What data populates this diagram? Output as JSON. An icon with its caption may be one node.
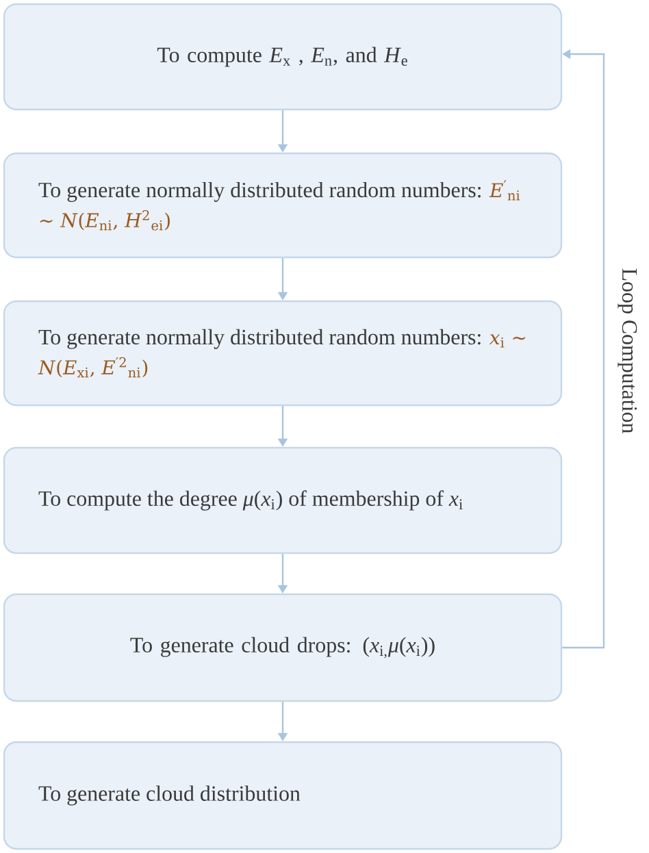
{
  "diagram": {
    "nodes": [
      {
        "text": [
          "To compute *E*$_{x}$ , *E*$_{n}$, and *H*$_{e}$"
        ]
      },
      {
        "text": [
          "To generate normally distributed random numbers:",
          "*E*$^{′}$$_{ni}$ ∼ *N*(*E*$_{ni}$, *H*$^{2}$$_{ei}$)"
        ]
      },
      {
        "text": [
          "To generate normally distributed random numbers:",
          "*x*$_{i}$ ∼ *N*(*E*$_{xi}$, *E*$^{′2}$$_{ni}$)"
        ]
      },
      {
        "text": [
          "To compute the degree *μ*(*x*$_{i}$) of membership of *x*$_{i}$"
        ]
      },
      {
        "text": [
          "To generate cloud drops: (*x*$_{i,}$*μ*(*x*$_{i}$))"
        ]
      },
      {
        "text": [
          "To generate cloud distribution"
        ]
      }
    ],
    "edges": [
      {
        "from": 0,
        "to": 1,
        "arrow": "to"
      },
      {
        "from": 1,
        "to": 2,
        "arrow": "to"
      },
      {
        "from": 2,
        "to": 3,
        "arrow": "to"
      },
      {
        "from": 3,
        "to": 4,
        "arrow": "to"
      },
      {
        "from": 4,
        "to": 5,
        "arrow": "to"
      },
      {
        "from": 4,
        "to": 0,
        "arrow": "to",
        "label": "Loop Computation"
      }
    ]
  }
}
